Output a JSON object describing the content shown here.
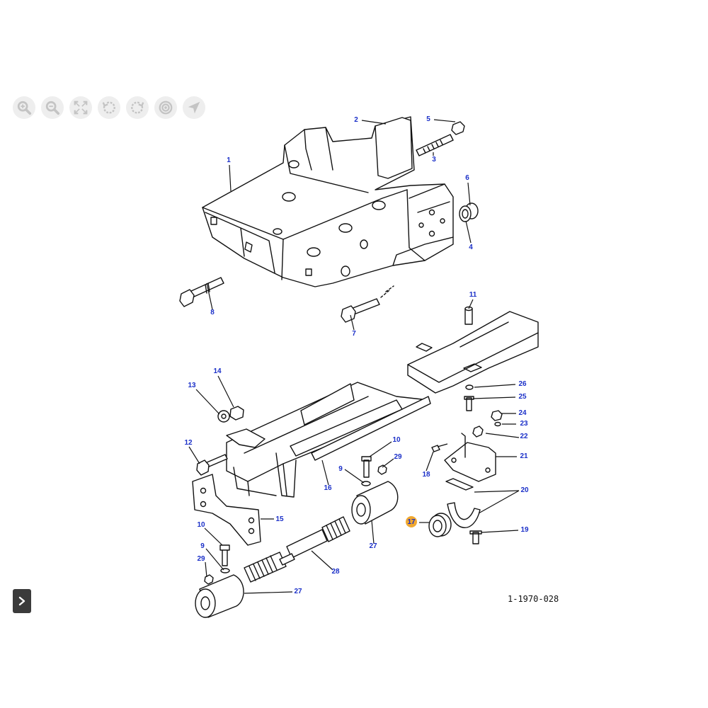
{
  "toolbar": {
    "tools": [
      {
        "name": "zoom-in-icon"
      },
      {
        "name": "zoom-out-icon"
      },
      {
        "name": "fit-screen-icon"
      },
      {
        "name": "rotate-left-icon"
      },
      {
        "name": "rotate-right-icon"
      },
      {
        "name": "target-icon"
      },
      {
        "name": "pointer-icon"
      }
    ]
  },
  "drawing_id": "1-1970-028",
  "callouts": [
    {
      "label": "1"
    },
    {
      "label": "2"
    },
    {
      "label": "5"
    },
    {
      "label": "3"
    },
    {
      "label": "6"
    },
    {
      "label": "4"
    },
    {
      "label": "8"
    },
    {
      "label": "7"
    },
    {
      "label": "11"
    },
    {
      "label": "14"
    },
    {
      "label": "13"
    },
    {
      "label": "26"
    },
    {
      "label": "25"
    },
    {
      "label": "24"
    },
    {
      "label": "23"
    },
    {
      "label": "22"
    },
    {
      "label": "21"
    },
    {
      "label": "12"
    },
    {
      "label": "10"
    },
    {
      "label": "29"
    },
    {
      "label": "18"
    },
    {
      "label": "9"
    },
    {
      "label": "16"
    },
    {
      "label": "20"
    },
    {
      "label": "15"
    },
    {
      "label": "17",
      "highlighted": true
    },
    {
      "label": "19"
    },
    {
      "label": "10"
    },
    {
      "label": "27"
    },
    {
      "label": "9"
    },
    {
      "label": "29"
    },
    {
      "label": "28"
    },
    {
      "label": "27"
    }
  ],
  "colors": {
    "callout_text": "#1a2fc8",
    "highlight": "#f0a830",
    "toolbar_icon": "#c4c4c4",
    "toggle_bg": "#3b3b3b"
  }
}
